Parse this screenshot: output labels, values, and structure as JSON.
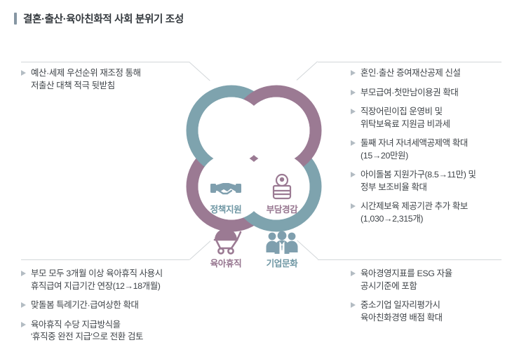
{
  "header": {
    "title": "결혼·출산·육아친화적 사회 분위기 조성",
    "accent_color": "#8696a3"
  },
  "theme": {
    "teal": "#7ea3ae",
    "mauve": "#9b7a93",
    "teal_text": "#6f97a4",
    "mauve_text": "#96758f",
    "bullet_color": "#b3bcc3",
    "line_color": "#d3d7da",
    "text_color": "#3f4449"
  },
  "center_diagram": {
    "petals": [
      {
        "id": "policy-support",
        "label": "정책지원",
        "icon": "handshake-icon",
        "color": "#7ea3ae",
        "text_color": "#6f97a4"
      },
      {
        "id": "burden-relief",
        "label": "부담경감",
        "icon": "baby-icon",
        "color": "#9b7a93",
        "text_color": "#96758f"
      },
      {
        "id": "childcare-leave",
        "label": "육아휴직",
        "icon": "stroller-icon",
        "color": "#9b7a93",
        "text_color": "#96758f"
      },
      {
        "id": "corporate-culture",
        "label": "기업문화",
        "icon": "family-group-icon",
        "color": "#7ea3ae",
        "text_color": "#6f97a4"
      }
    ]
  },
  "quadrants": {
    "top_left": {
      "items": [
        "예산·세제 우선순위 재조정 통해\n저출산 대책 적극 뒷받침"
      ]
    },
    "top_right": {
      "items": [
        "혼인·출산 증여재산공제 신설",
        "부모급여·첫만남이용권 확대",
        "직장어린이집 운영비 및\n위탁보육료 지원금 비과세",
        "둘째 자녀 자녀세액공제액 확대\n(15→20만원)",
        "아이돌봄 지원가구(8.5→11만) 및\n정부 보조비율 확대",
        "시간제보육 제공기관 추가 확보\n(1,030→2,315개)"
      ]
    },
    "bottom_left": {
      "items": [
        "부모 모두 3개월 이상 육아휴직 사용시\n휴직급여 지급기간 연장(12→18개월)",
        "맞돌봄 특례기간·급여상한 확대",
        "육아휴직 수당 지급방식을\n'휴직중 완전 지급'으로 전환 검토"
      ]
    },
    "bottom_right": {
      "items": [
        "육아경영지표를 ESG 자율\n공시기준에 포함",
        "중소기업 일자리평가시\n육아친화경영 배점 확대"
      ]
    }
  }
}
